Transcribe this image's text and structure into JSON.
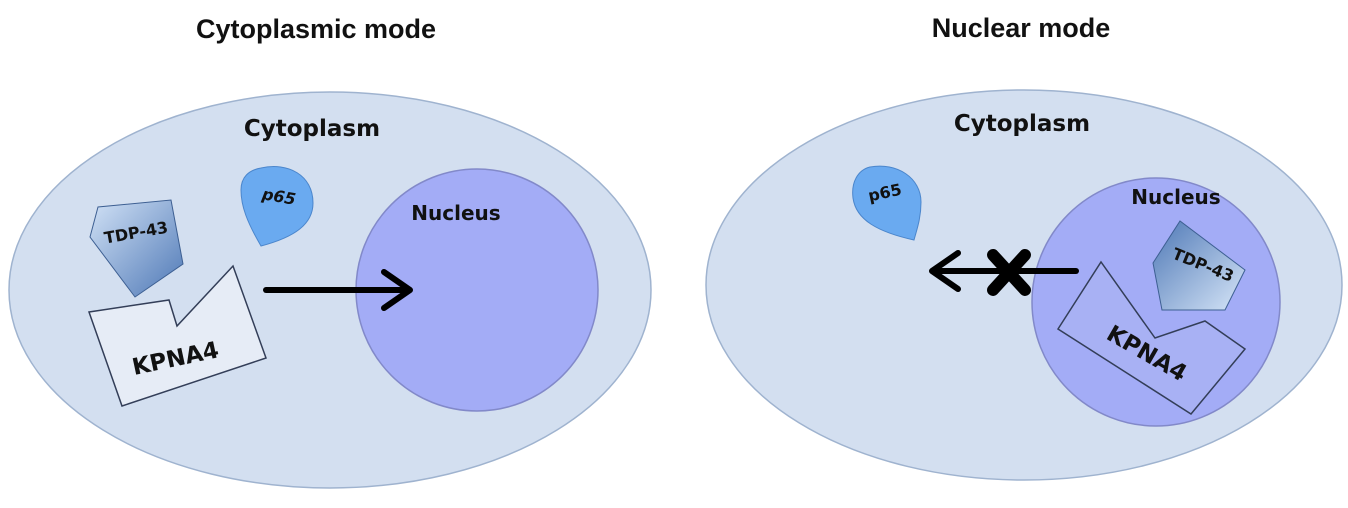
{
  "panels": {
    "left": {
      "title": "Cytoplasmic mode",
      "cytoplasm_label": "Cytoplasm",
      "nucleus_label": "Nucleus",
      "p65_label": "p65",
      "tdp43_label": "TDP-43",
      "kpna4_label": "KPNA4"
    },
    "right": {
      "title": "Nuclear mode",
      "cytoplasm_label": "Cytoplasm",
      "nucleus_label": "Nucleus",
      "p65_label": "p65",
      "tdp43_label": "TDP-43",
      "kpna4_label": "KPNA4"
    }
  },
  "colors": {
    "cytoplasm_fill": "#d3dff0",
    "cytoplasm_stroke": "#9fb3cf",
    "nucleus_fill": "#a3acf6",
    "nucleus_stroke": "#8289c9",
    "p65_fill": "#6aaaf0",
    "tdp43_dark": "#4f79b8",
    "tdp43_light": "#cfe0f5",
    "arrow": "#000000"
  },
  "icons": {
    "blocked_marker": "x-mark-icon",
    "transport_arrow": "arrow-right-icon",
    "blocked_arrow": "arrow-left-icon"
  }
}
